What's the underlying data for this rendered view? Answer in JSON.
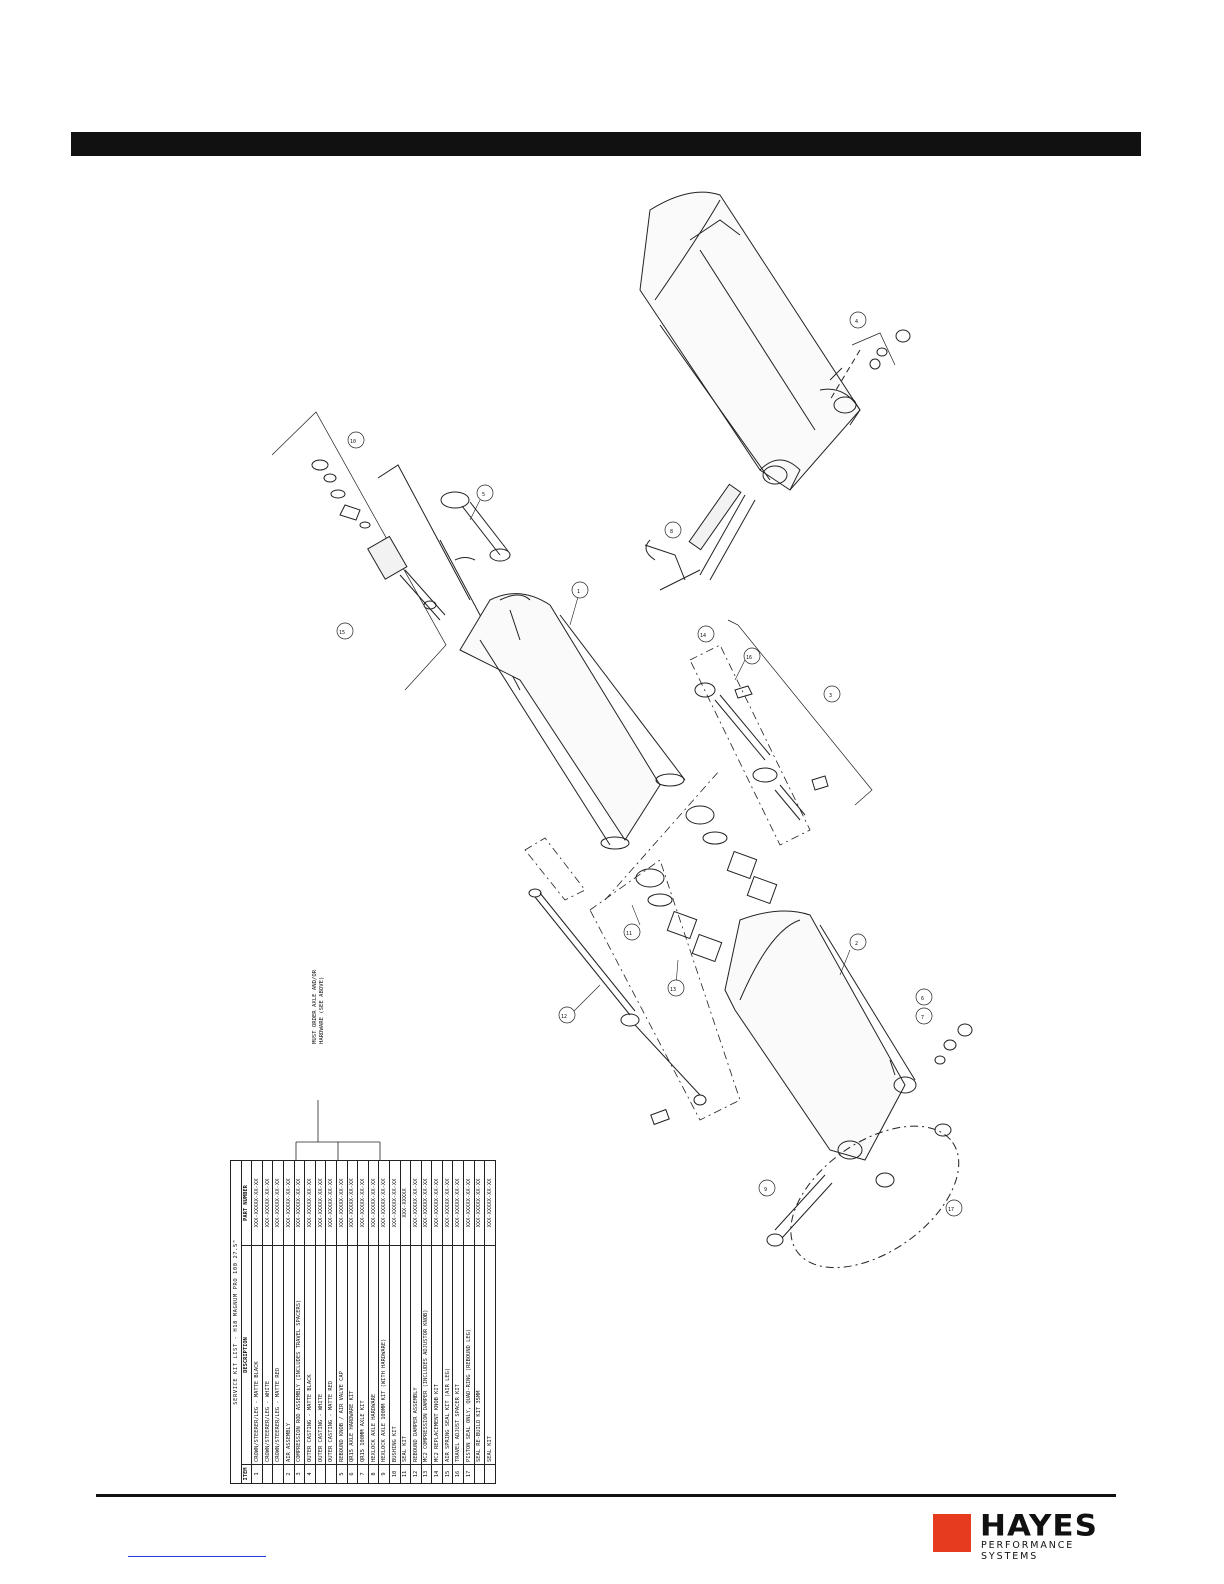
{
  "page": {
    "brand": {
      "name": "HAYES",
      "tagline": "PERFORMANCE SYSTEMS",
      "color": "#e63b1f"
    },
    "header_bar_color": "#111111"
  },
  "service_kit": {
    "title": "SERVICE KIT LIST - H18 MAGNUM PRO 100 27.5\"",
    "columns": [
      "ITEM",
      "DESCRIPTION",
      "PART NUMBER"
    ],
    "rows": [
      {
        "item": "1",
        "desc": "CROWN/STEERER/LEG - MATTE BLACK",
        "pn": "XXX-XXXXX-XX-XX"
      },
      {
        "item": "",
        "desc": "CROWN/STEERER/LEG - WHITE",
        "pn": "XXX-XXXXX-XX-XX"
      },
      {
        "item": "",
        "desc": "CROWN/STEERER/LEG - MATTE RED",
        "pn": "XXX-XXXXX-XX-XX"
      },
      {
        "item": "2",
        "desc": "AIR ASSEMBLY",
        "pn": "XXX-XXXXX-XX-XX"
      },
      {
        "item": "3",
        "desc": "COMPRESSION ROD ASSEMBLY (INCLUDES TRAVEL SPACERS)",
        "pn": "XXX-XXXXX-XX-XX"
      },
      {
        "item": "4",
        "desc": "OUTER CASTING - MATTE BLACK",
        "pn": "XXX-XXXXX-XX-XX"
      },
      {
        "item": "",
        "desc": "OUTER CASTING - WHITE",
        "pn": "XXX-XXXXX-XX-XX"
      },
      {
        "item": "",
        "desc": "OUTER CASTING - MATTE RED",
        "pn": "XXX-XXXXX-XX-XX"
      },
      {
        "item": "5",
        "desc": "REBOUND KNOB / AIR VALVE CAP",
        "pn": "XXX-XXXXX-XX-XX"
      },
      {
        "item": "6",
        "desc": "QR15 AXLE HARDWARE KIT",
        "pn": "XXX-XXXXX-XX-XX"
      },
      {
        "item": "7",
        "desc": "QR15 100MM AXLE KIT",
        "pn": "XXX-XXXXX-XX-XX"
      },
      {
        "item": "8",
        "desc": "HEXLOCK AXLE HARDWARE",
        "pn": "XXX-XXXXX-XX-XX"
      },
      {
        "item": "9",
        "desc": "HEXLOCK AXLE 100MM KIT (WITH HARDWARE)",
        "pn": "XXX-XXXXX-XX-XX"
      },
      {
        "item": "10",
        "desc": "BUSHING KIT",
        "pn": "XXX-XXXXX-XX-XX"
      },
      {
        "item": "11",
        "desc": "SEAL KIT",
        "pn": "XXX-XXXXX"
      },
      {
        "item": "12",
        "desc": "REBOUND DAMPER ASSEMBLY",
        "pn": "XXX-XXXXX-XX-XX"
      },
      {
        "item": "13",
        "desc": "MC2 COMPRESSION DAMPER (INCLUDES ADJUSTOR KNOB)",
        "pn": "XXX-XXXXX-XX-XX"
      },
      {
        "item": "14",
        "desc": "MC2 REPLACEMENT KNOB KIT",
        "pn": "XXX-XXXXX-XX-XX"
      },
      {
        "item": "15",
        "desc": "AIR SPRING SEAL KIT (AIR LEG)",
        "pn": "XXX-XXXXX-XX-XX"
      },
      {
        "item": "16",
        "desc": "TRAVEL ADJUST SPACER KIT",
        "pn": "XXX-XXXXX-XX-XX"
      },
      {
        "item": "17",
        "desc": "PISTON SEAL ONLY, QUAD-RING (REBOUND LEG)",
        "pn": "XXX-XXXXX-XX-XX"
      },
      {
        "item": "",
        "desc": "SEAL RE-BUILD KIT 35MM",
        "pn": "XXX-XXXXX-XX-XX"
      },
      {
        "item": "",
        "desc": "SEAL KIT",
        "pn": "XXX-XXXXX-XX-XX"
      }
    ],
    "note": [
      "MUST ORDER AXLE AND/OR",
      "HARDWARE (SEE ABOVE)"
    ]
  },
  "callouts": [
    "1",
    "2",
    "3",
    "4",
    "5",
    "6",
    "7",
    "8",
    "9",
    "10",
    "11",
    "12",
    "13",
    "14",
    "15",
    "16",
    "17"
  ]
}
